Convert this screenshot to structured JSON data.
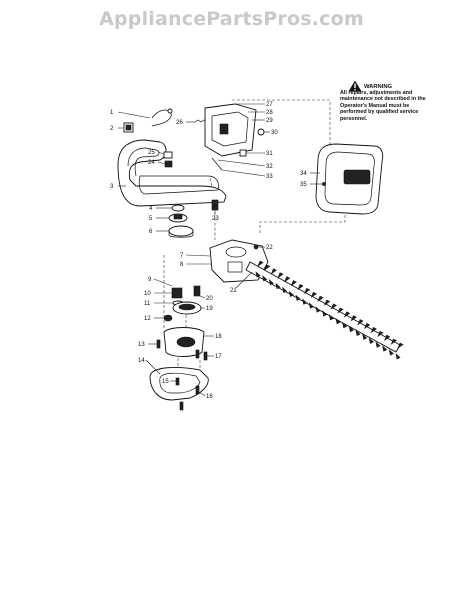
{
  "watermark": "AppliancePartsPros.com",
  "warning": {
    "title": "WARNING",
    "body": "All repairs, adjustments and maintenance not described in the Operator's Manual must be performed by qualified service personnel."
  },
  "labels": {
    "p1": "1",
    "p2": "2",
    "p3": "3",
    "p4": "4",
    "p5": "5",
    "p6": "6",
    "p7": "7",
    "p8": "8",
    "p9": "9",
    "p10": "10",
    "p11": "11",
    "p12": "12",
    "p13": "13",
    "p14": "14",
    "p15": "15",
    "p16": "16",
    "p17": "17",
    "p18": "18",
    "p19": "19",
    "p20": "20",
    "p21": "21",
    "p22": "22",
    "p23": "23",
    "p24": "24",
    "p25": "25",
    "p26": "26",
    "p27": "27",
    "p28": "28",
    "p29": "29",
    "p30": "30",
    "p31": "31",
    "p32": "32",
    "p33": "33",
    "p34": "34",
    "p35": "35"
  },
  "colors": {
    "ink": "#111111",
    "watermark": "#c9c9c9"
  },
  "icons": {
    "warning": "warning-triangle-icon"
  }
}
